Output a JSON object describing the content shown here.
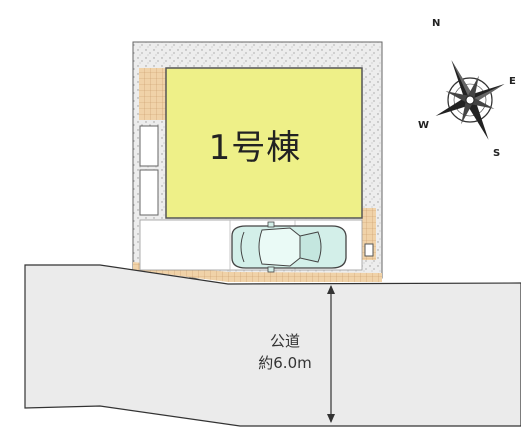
{
  "lot_plan": {
    "building_label": "1号棟",
    "road_name": "公道",
    "road_width": "約6.0m"
  },
  "compass": {
    "north": "N",
    "east": "E",
    "south": "S",
    "west": "W"
  },
  "colors": {
    "building": "#eef088",
    "gravel": "#e4e4e4",
    "paving": "#e9c9a0",
    "road": "#ebebeb",
    "car": "#d3efe9",
    "outline": "#555555"
  },
  "icons": {
    "compass": "compass-rose-icon",
    "car": "car-icon",
    "dimension": "dimension-arrow-icon"
  }
}
